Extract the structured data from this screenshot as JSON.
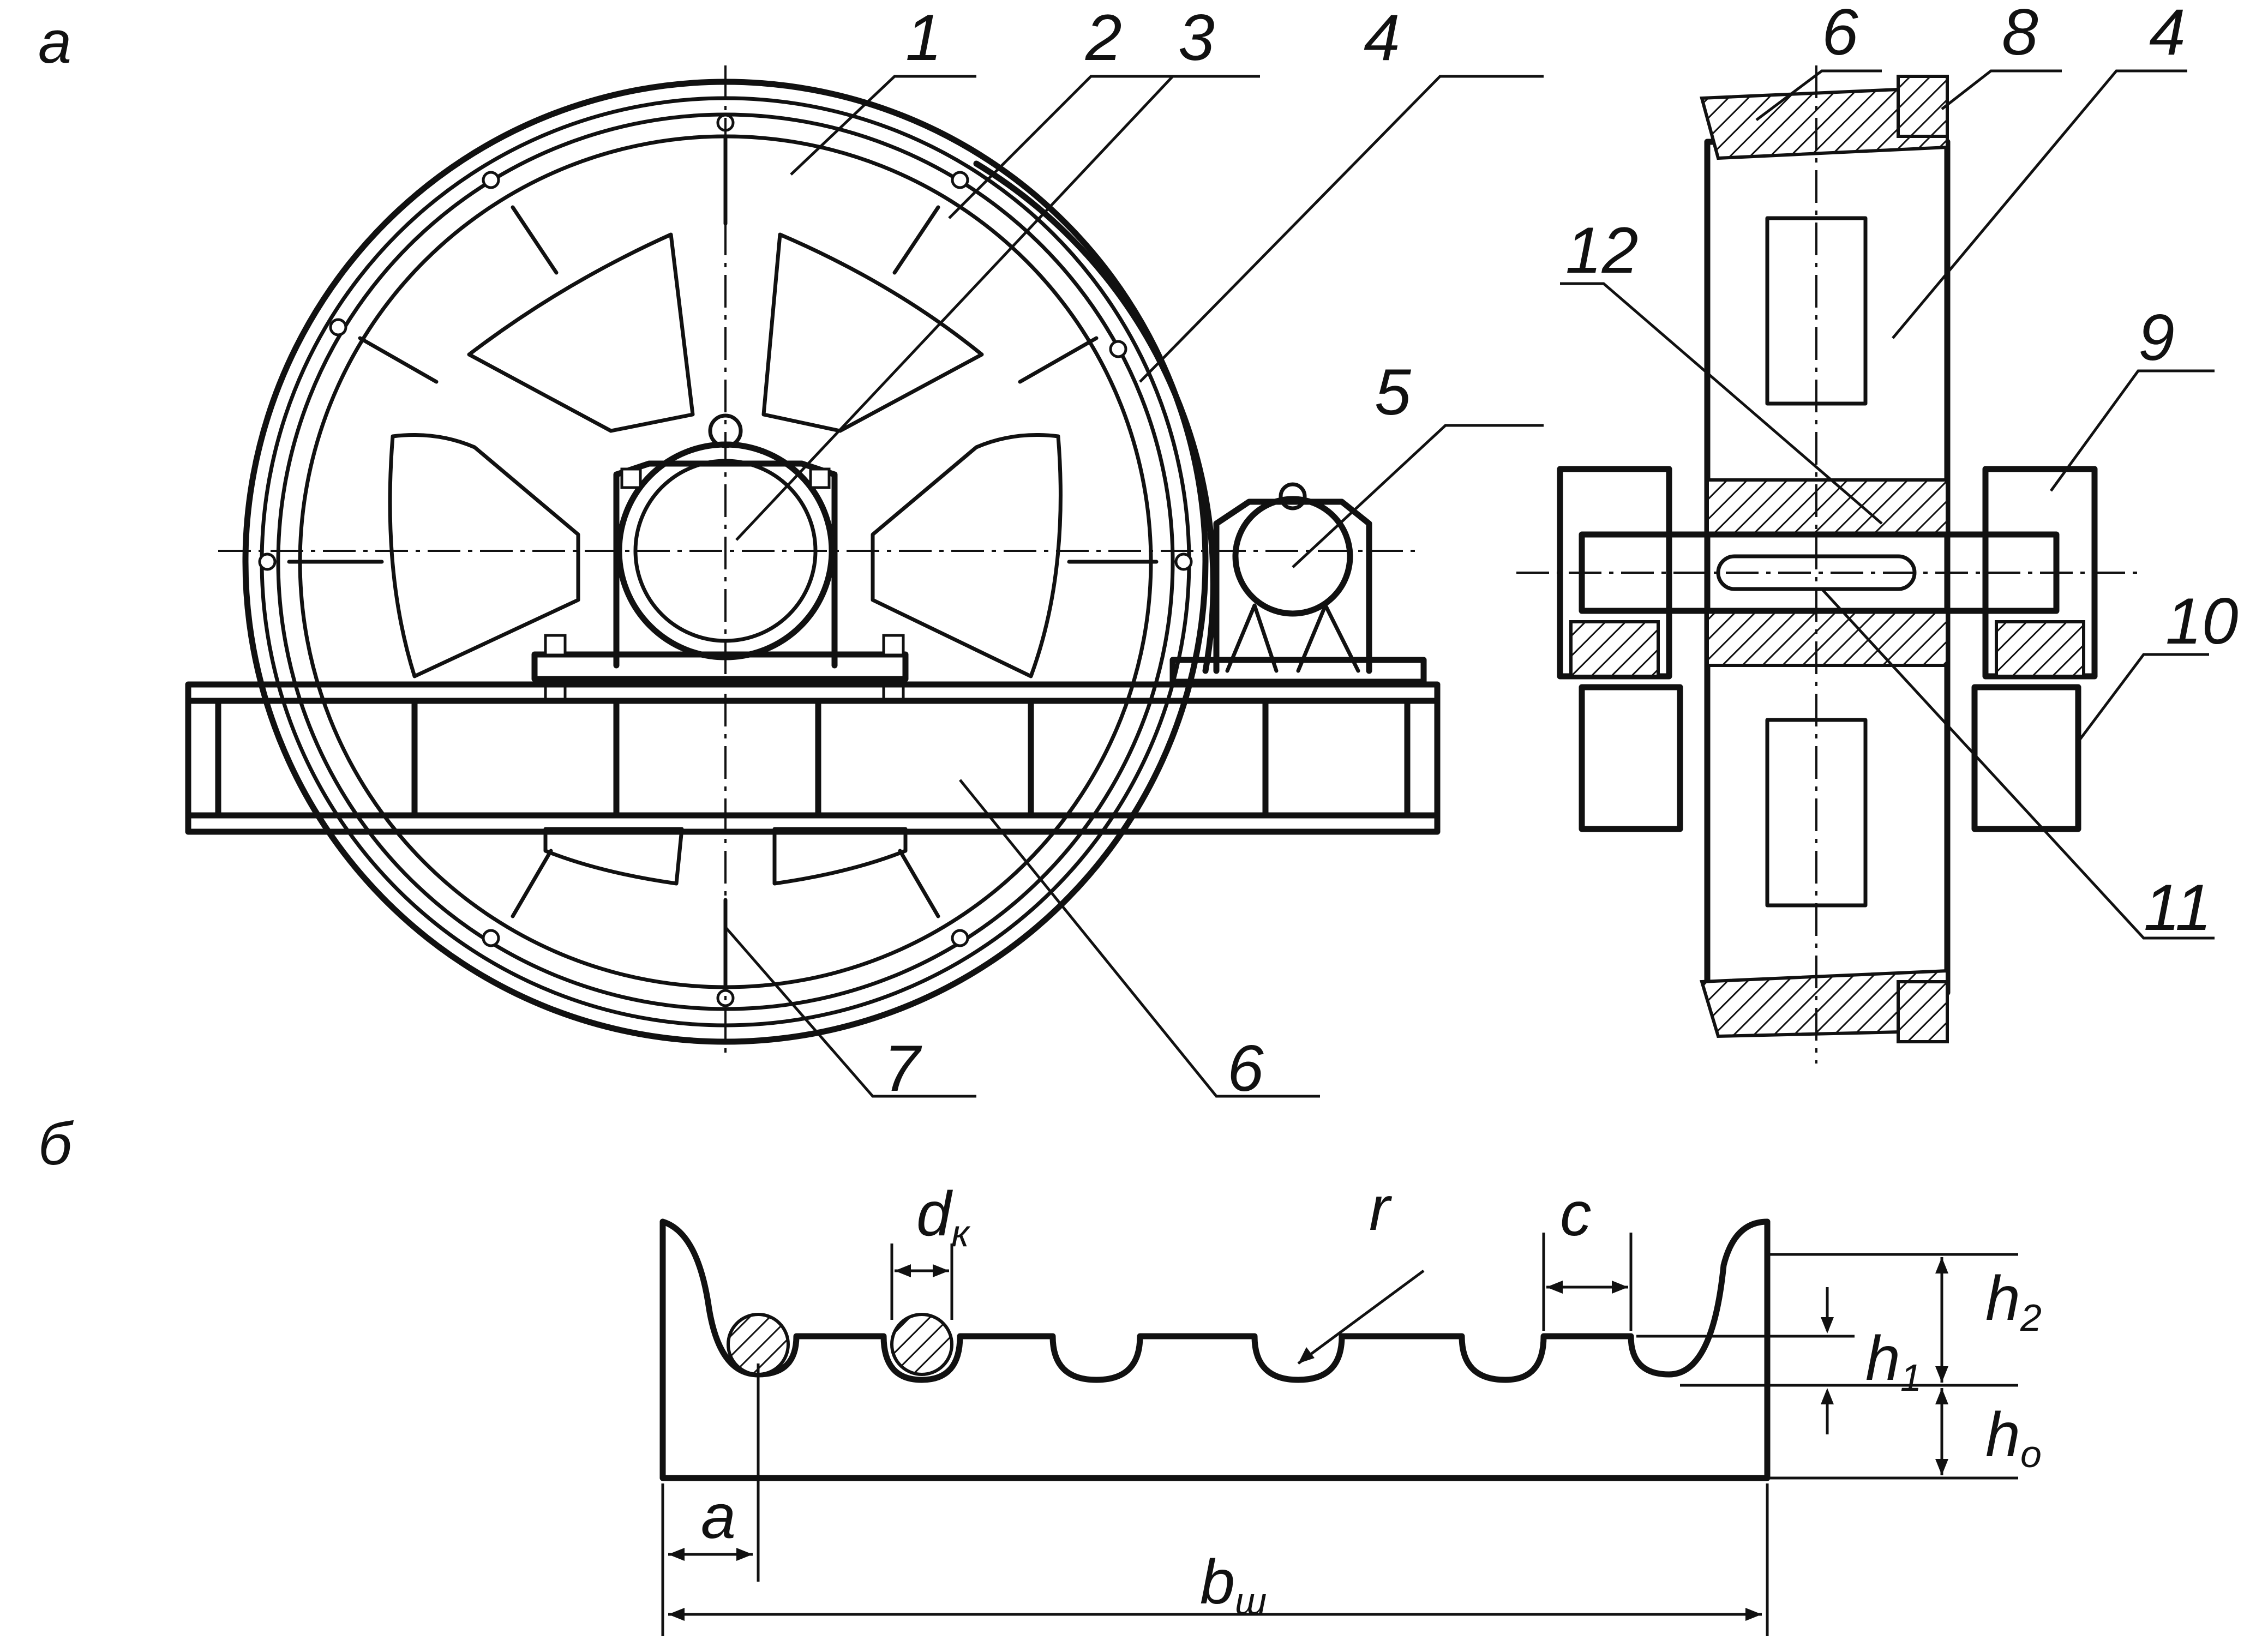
{
  "figure": {
    "section_a": "a",
    "section_b": "б"
  },
  "callouts": [
    {
      "id": "1",
      "text": "1"
    },
    {
      "id": "2",
      "text": "2"
    },
    {
      "id": "3",
      "text": "3"
    },
    {
      "id": "4",
      "text": "4"
    },
    {
      "id": "5",
      "text": "5"
    },
    {
      "id": "6",
      "text": "6"
    },
    {
      "id": "7",
      "text": "7"
    },
    {
      "id": "6b",
      "text": "6"
    },
    {
      "id": "8",
      "text": "8"
    },
    {
      "id": "4b",
      "text": "4"
    },
    {
      "id": "9",
      "text": "9"
    },
    {
      "id": "10",
      "text": "10"
    },
    {
      "id": "11",
      "text": "11"
    },
    {
      "id": "12",
      "text": "12"
    }
  ],
  "dimensions": {
    "dk_main": "d",
    "dk_sub": "к",
    "r": "r",
    "c": "c",
    "h2_main": "h",
    "h2_sub": "2",
    "h1_main": "h",
    "h1_sub": "1",
    "ho_main": "h",
    "ho_sub": "o",
    "a": "a",
    "bw_main": "b",
    "bw_sub": "ш"
  }
}
